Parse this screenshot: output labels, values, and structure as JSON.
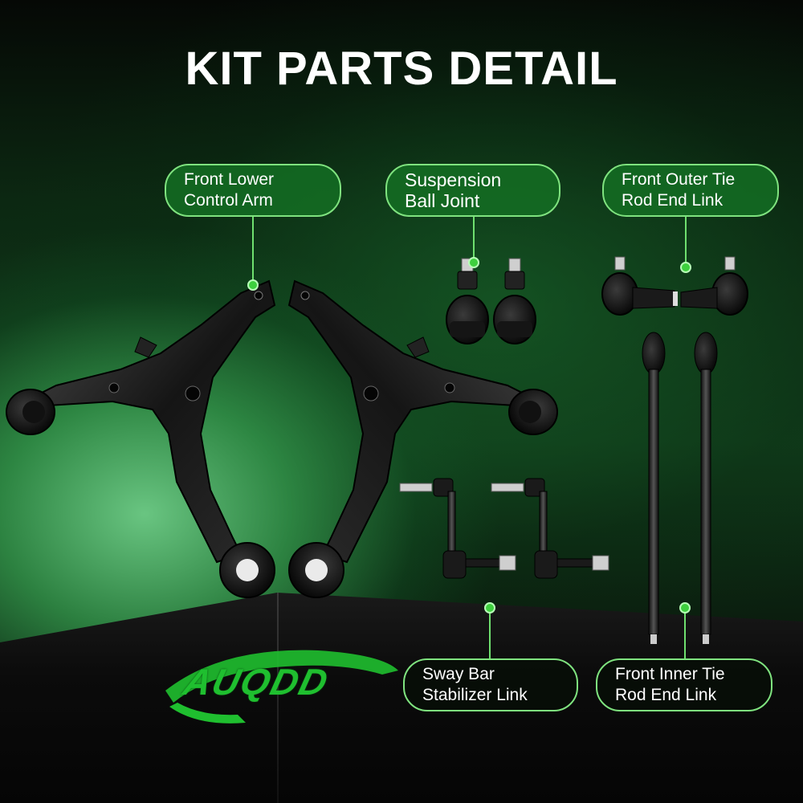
{
  "title": "KIT PARTS DETAIL",
  "labels": {
    "front_lower_control_arm": {
      "line1": "Front Lower",
      "line2": "Control Arm"
    },
    "suspension_ball_joint": {
      "line1": "Suspension",
      "line2": "Ball Joint"
    },
    "front_outer_tie_rod_end_link": {
      "line1": "Front Outer Tie",
      "line2": "Rod End Link"
    },
    "sway_bar_stabilizer_link": {
      "line1": "Sway Bar",
      "line2": "Stabilizer Link"
    },
    "front_inner_tie_rod_end_link": {
      "line1": "Front Inner Tie",
      "line2": "Rod End Link"
    }
  },
  "brand": {
    "logo_text": "AUQDD"
  },
  "colors": {
    "accent_green": "#3ecf3e",
    "label_border": "#7fe37f",
    "label_fill": "#146e23",
    "part_black": "#1a1a1a"
  },
  "icons": {
    "leader_dot": "leader-dot-icon",
    "control_arm": "control-arm-icon",
    "ball_joint": "ball-joint-icon",
    "outer_tie_rod": "outer-tie-rod-icon",
    "sway_bar_link": "sway-bar-link-icon",
    "inner_tie_rod": "inner-tie-rod-icon"
  }
}
